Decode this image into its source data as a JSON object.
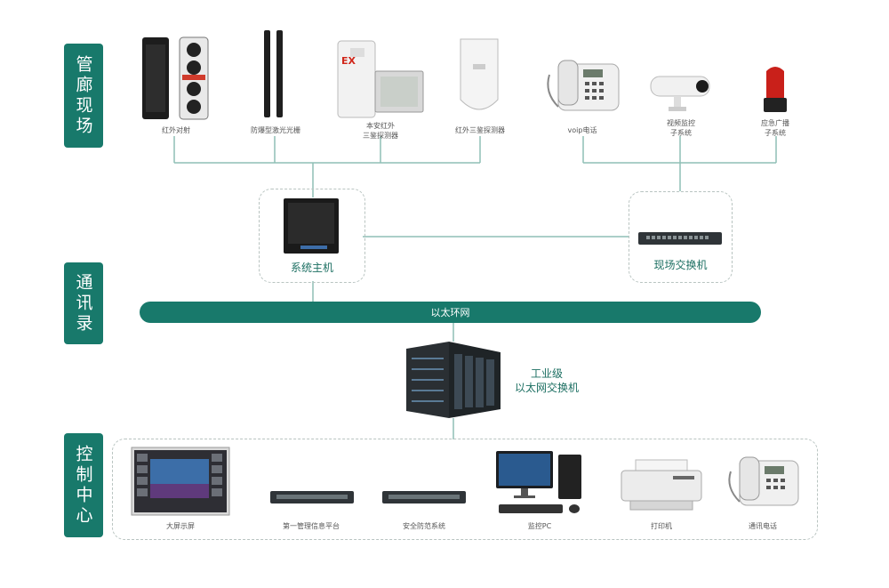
{
  "sections": {
    "field": "管廊现场",
    "comm": "通讯录",
    "control": "控制中心"
  },
  "field_devices": {
    "ir_beam": "红外对射",
    "laser_barrier": "防爆型激光光栅",
    "ex_detector": "本安红外\n三鉴探测器",
    "ex_badge": "EX",
    "tri_detector": "红外三鉴探测器",
    "voip_phone": "voip电话",
    "video_system": "视频监控\n子系统",
    "broadcast_system": "应急广播\n子系统"
  },
  "nodes": {
    "system_host": "系统主机",
    "field_switch": "现场交换机",
    "ethernet_ring": "以太环网",
    "industrial_switch": "工业级\n以太网交换机"
  },
  "control_devices": {
    "big_screen": "大屏示屏",
    "mgmt_platform": "第一管理信息平台",
    "security_system": "安全防范系统",
    "monitor_pc": "监控PC",
    "printer": "打印机",
    "comm_phone": "通讯电话"
  }
}
